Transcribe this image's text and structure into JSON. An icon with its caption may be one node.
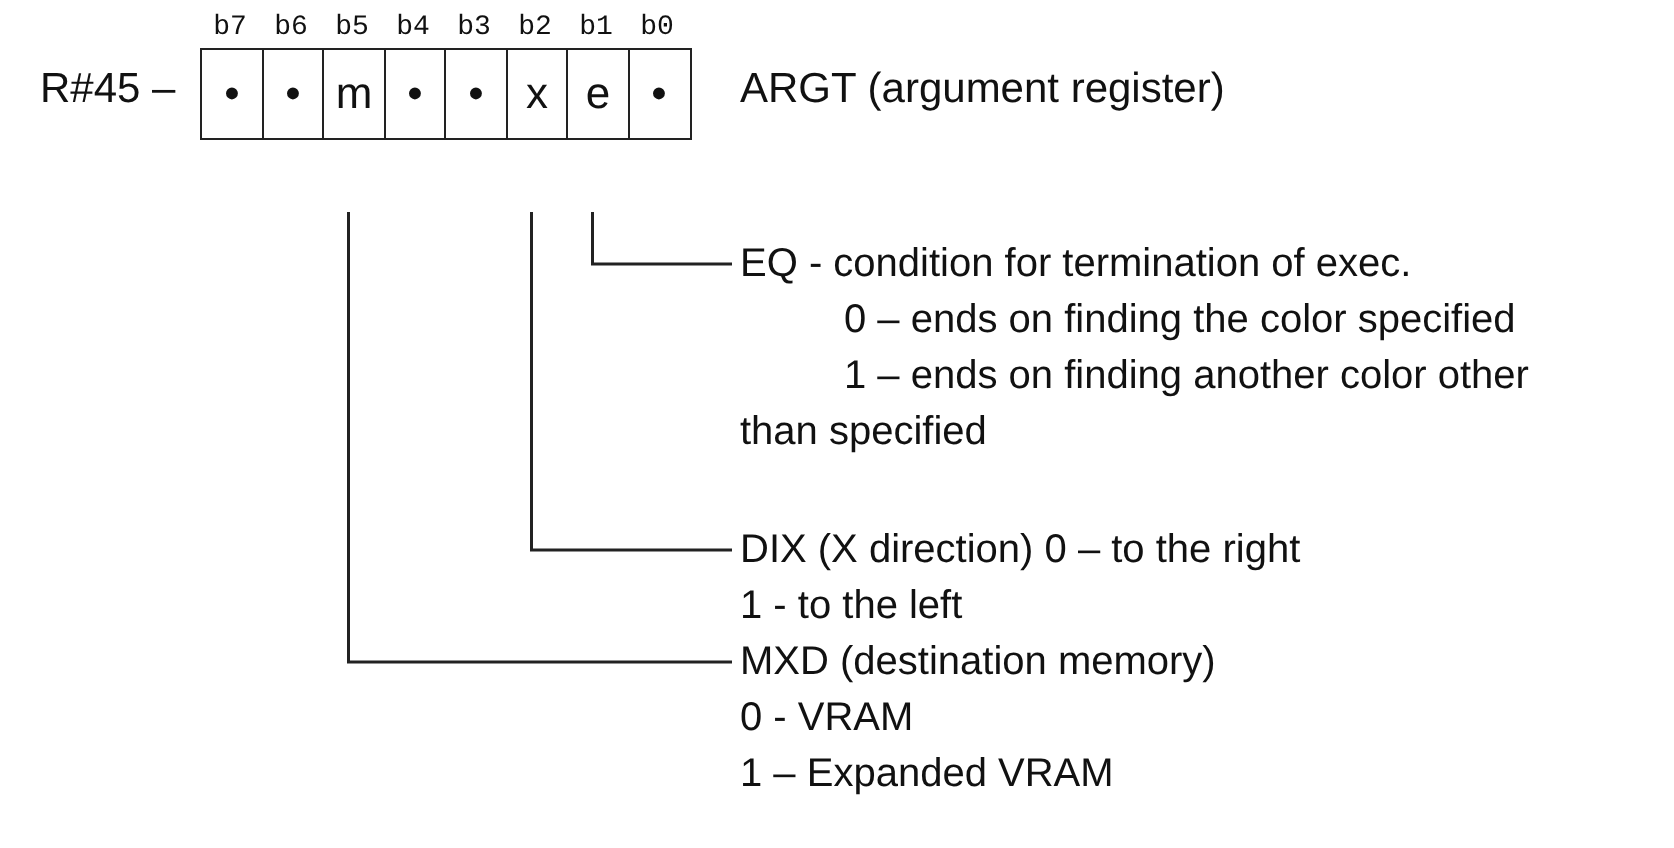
{
  "diagram": {
    "nodes": [
      {
        "text": [
          "•"
        ]
      },
      {
        "text": [
          "•"
        ]
      },
      {
        "text": [
          "m"
        ]
      },
      {
        "text": [
          "•"
        ]
      },
      {
        "text": [
          "•"
        ]
      },
      {
        "text": [
          "x"
        ]
      },
      {
        "text": [
          "e"
        ]
      },
      {
        "text": [
          "•"
        ]
      },
      {
        "text": [
          "EQ - condition for termination of exec.",
          "0 – ends on finding the color specified",
          "1 – ends on finding another color other than specified"
        ]
      },
      {
        "text": [
          "DIX (X direction) 0 – to the right",
          "1 - to the left"
        ]
      },
      {
        "text": [
          "MXD (destination memory)",
          "0 - VRAM",
          "1 – Expanded VRAM"
        ]
      }
    ],
    "edges": [
      {
        "from": 8,
        "to": 6,
        "arrow": "other"
      },
      {
        "from": 9,
        "to": 5,
        "arrow": "other"
      },
      {
        "from": 10,
        "to": 2,
        "arrow": "other"
      }
    ],
    "labels": [
      "b7",
      "b6",
      "b5",
      "b4",
      "b3",
      "b2",
      "b1",
      "b0",
      "R#45 –",
      "ARGT (argument register)"
    ]
  }
}
